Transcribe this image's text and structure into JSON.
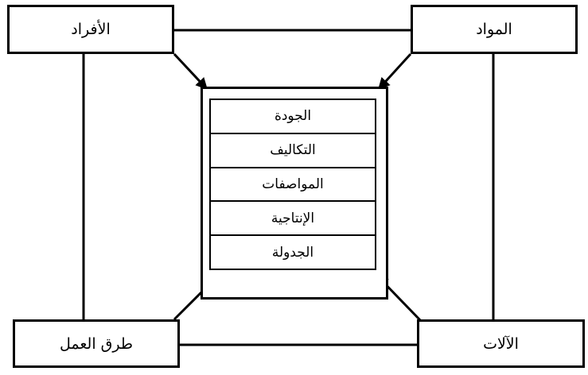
{
  "corners": {
    "top_left": "الأفراد",
    "top_right": "المواد",
    "bottom_left": "طرق العمل",
    "bottom_right": "الآلات"
  },
  "center_items": [
    "الجودة",
    "التكاليف",
    "المواصفات",
    "الإنتاجية",
    "الجدولة"
  ]
}
